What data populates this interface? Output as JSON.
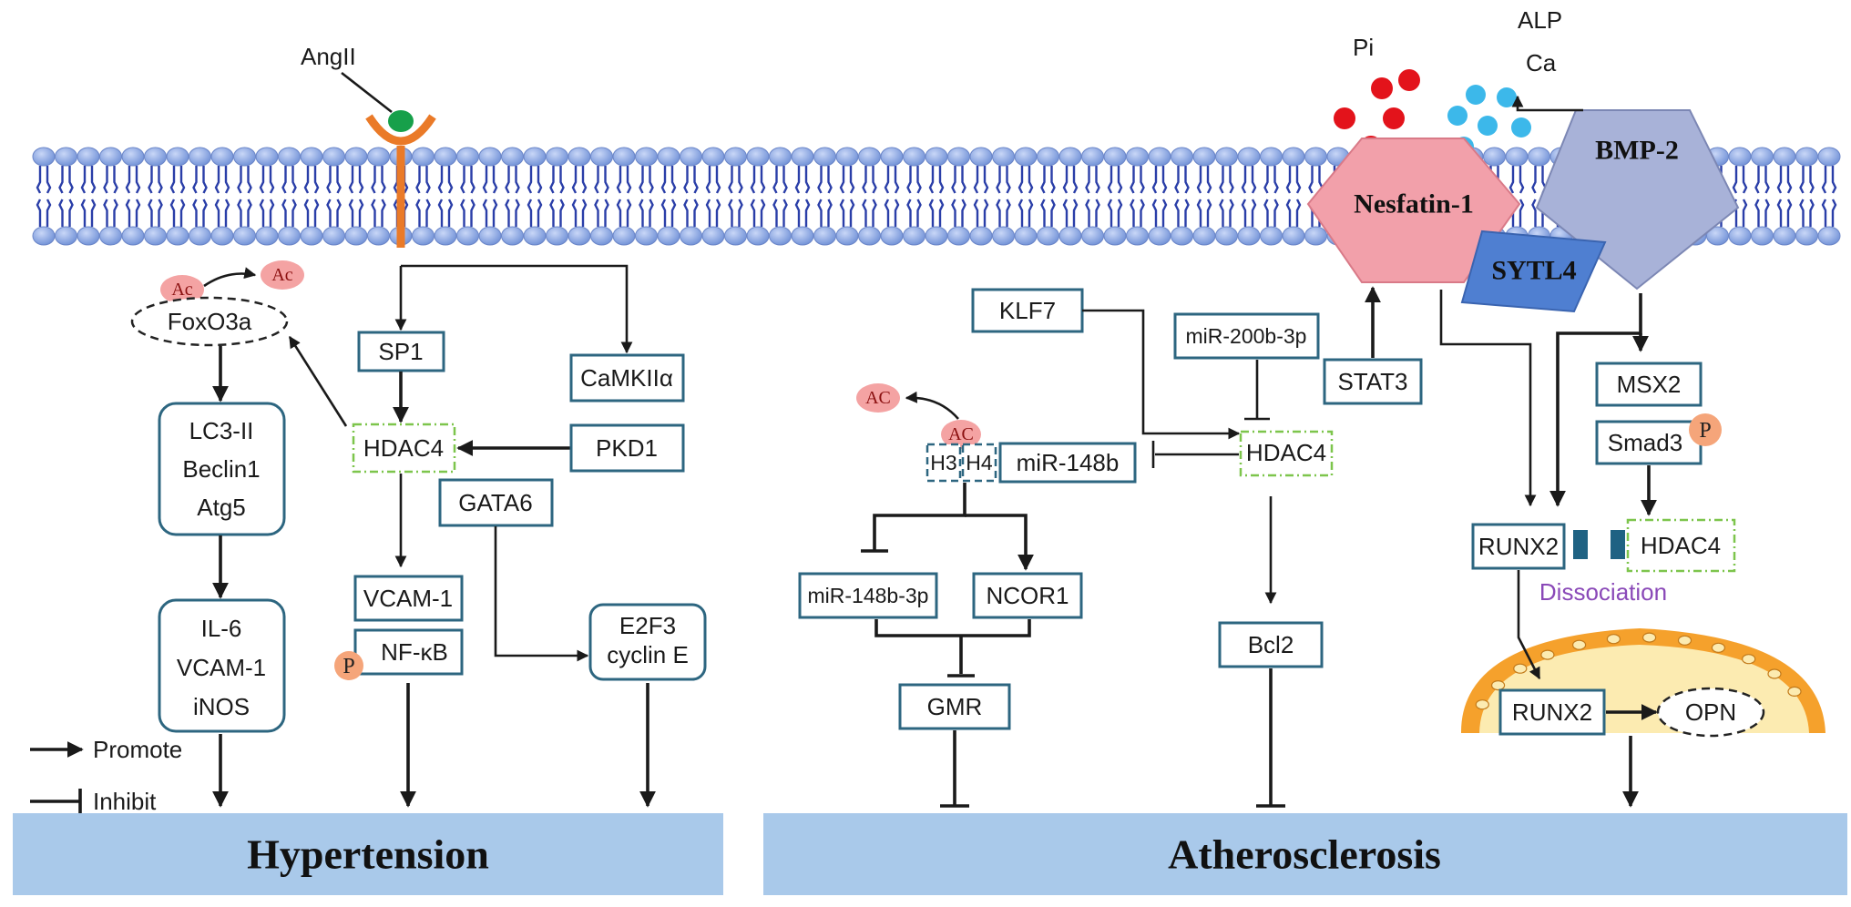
{
  "membrane": {
    "ligand": "AngII",
    "pi": "Pi",
    "alp": "ALP",
    "ca": "Ca"
  },
  "proteins": {
    "nesfatin": "Nesfatin-1",
    "bmp2": "BMP-2",
    "sytl4": "SYTL4"
  },
  "hypertension_nodes": {
    "foxo3a": "FoxO3a",
    "ac": "Ac",
    "autophagy": [
      "LC3-II",
      "Beclin1",
      "Atg5"
    ],
    "inflammation": [
      "IL-6",
      "VCAM-1",
      "iNOS"
    ],
    "sp1": "SP1",
    "hdac4": "HDAC4",
    "camk": "CaMKIIα",
    "pkd1": "PKD1",
    "gata6": "GATA6",
    "vcam1": "VCAM-1",
    "nfkb": "NF-κB",
    "e2f3": "E2F3",
    "cycline": "cyclin E",
    "p": "P"
  },
  "athero_nodes": {
    "klf7": "KLF7",
    "mir200b": "miR-200b-3p",
    "stat3": "STAT3",
    "ac": "AC",
    "h3": "H3",
    "h4": "H4",
    "mir148b": "miR-148b",
    "hdac4": "HDAC4",
    "mir148b3p": "miR-148b-3p",
    "ncor1": "NCOR1",
    "gmr": "GMR",
    "bcl2": "Bcl2",
    "msx2": "MSX2",
    "smad3": "Smad3",
    "p": "P",
    "runx2": "RUNX2",
    "hdac4b": "HDAC4",
    "dissociation": "Dissociation",
    "runx2_nucleus": "RUNX2",
    "opn": "OPN"
  },
  "legend": {
    "promote": "Promote",
    "inhibit": "Inhibit"
  },
  "banners": {
    "left": "Hypertension",
    "right": "Atherosclerosis"
  },
  "colors": {
    "box_border": "#2d6680",
    "hdac_dash": "#7dc54c",
    "banner": "#a9c9ea",
    "nesfatin": "#f2a0aa",
    "bmp2": "#a8b2d8",
    "sytl4": "#4f7fd1",
    "pi_dots": "#e3131b",
    "ca_dots": "#3cb8ea",
    "receptor": "#ea7a28",
    "ligand": "#17a04a",
    "dissociation_text": "#8a49b8"
  }
}
